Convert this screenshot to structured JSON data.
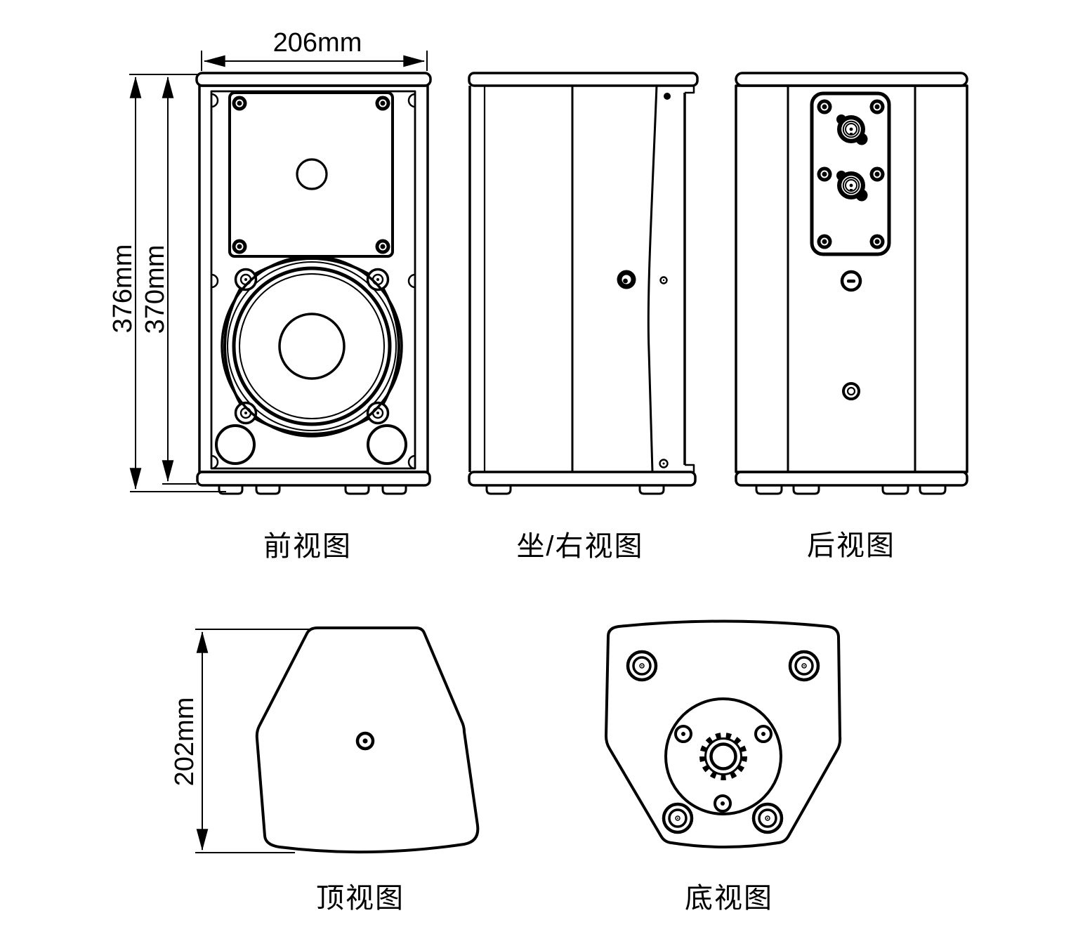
{
  "drawing": {
    "views": {
      "front": {
        "label": "前视图"
      },
      "side": {
        "label": "坐/右视图"
      },
      "rear": {
        "label": "后视图"
      },
      "top": {
        "label": "顶视图"
      },
      "bottom": {
        "label": "底视图"
      }
    },
    "dimensions": {
      "front_width": "206mm",
      "overall_height": "376mm",
      "cabinet_height": "370mm",
      "top_depth": "202mm"
    },
    "colors": {
      "line": "#000000",
      "background": "#ffffff"
    }
  }
}
